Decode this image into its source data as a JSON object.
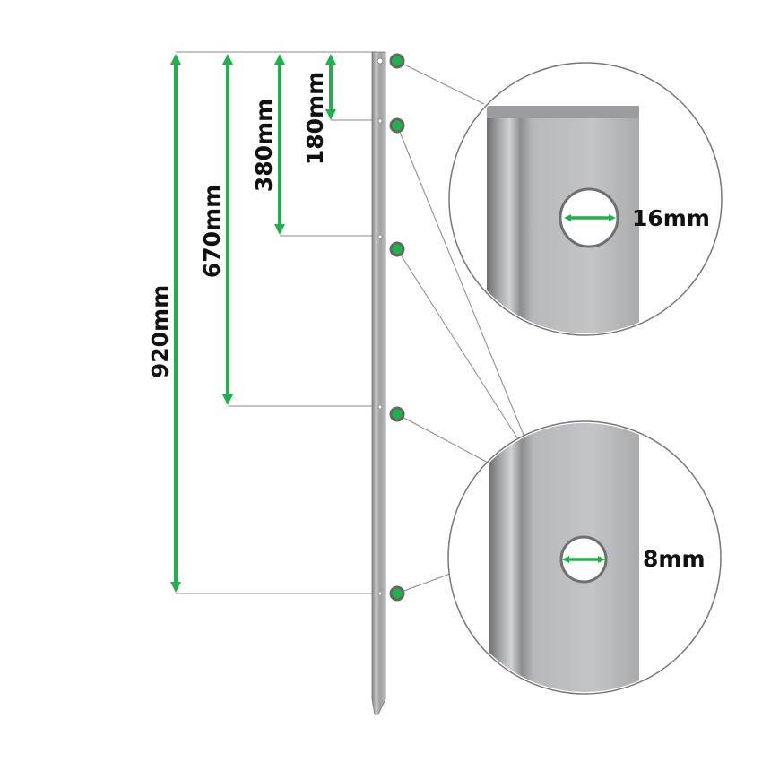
{
  "dimensions": [
    {
      "label": "920mm"
    },
    {
      "label": "670mm"
    },
    {
      "label": "380mm"
    },
    {
      "label": "180mm"
    }
  ],
  "details": [
    {
      "label": "16mm"
    },
    {
      "label": "8mm"
    }
  ],
  "colors": {
    "arrow": "#1db34a",
    "metal": "#a9abad",
    "line": "#888888"
  }
}
